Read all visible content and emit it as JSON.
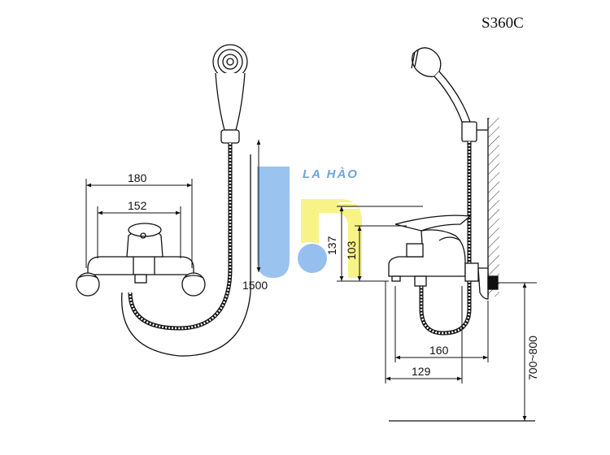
{
  "model_code": "S360C",
  "brand": {
    "name": "LA HÀO",
    "blue": "#8ab8ec",
    "yellow": "#f6f27a"
  },
  "front_view": {
    "width_outer": "180",
    "width_inner": "152",
    "hose_length": "1500"
  },
  "side_view": {
    "height_total": "137",
    "height_spout": "103",
    "depth_outlet": "160",
    "depth_body": "129",
    "mount_height": "700~800"
  },
  "colors": {
    "line": "#111111",
    "hatch": "#333333"
  }
}
